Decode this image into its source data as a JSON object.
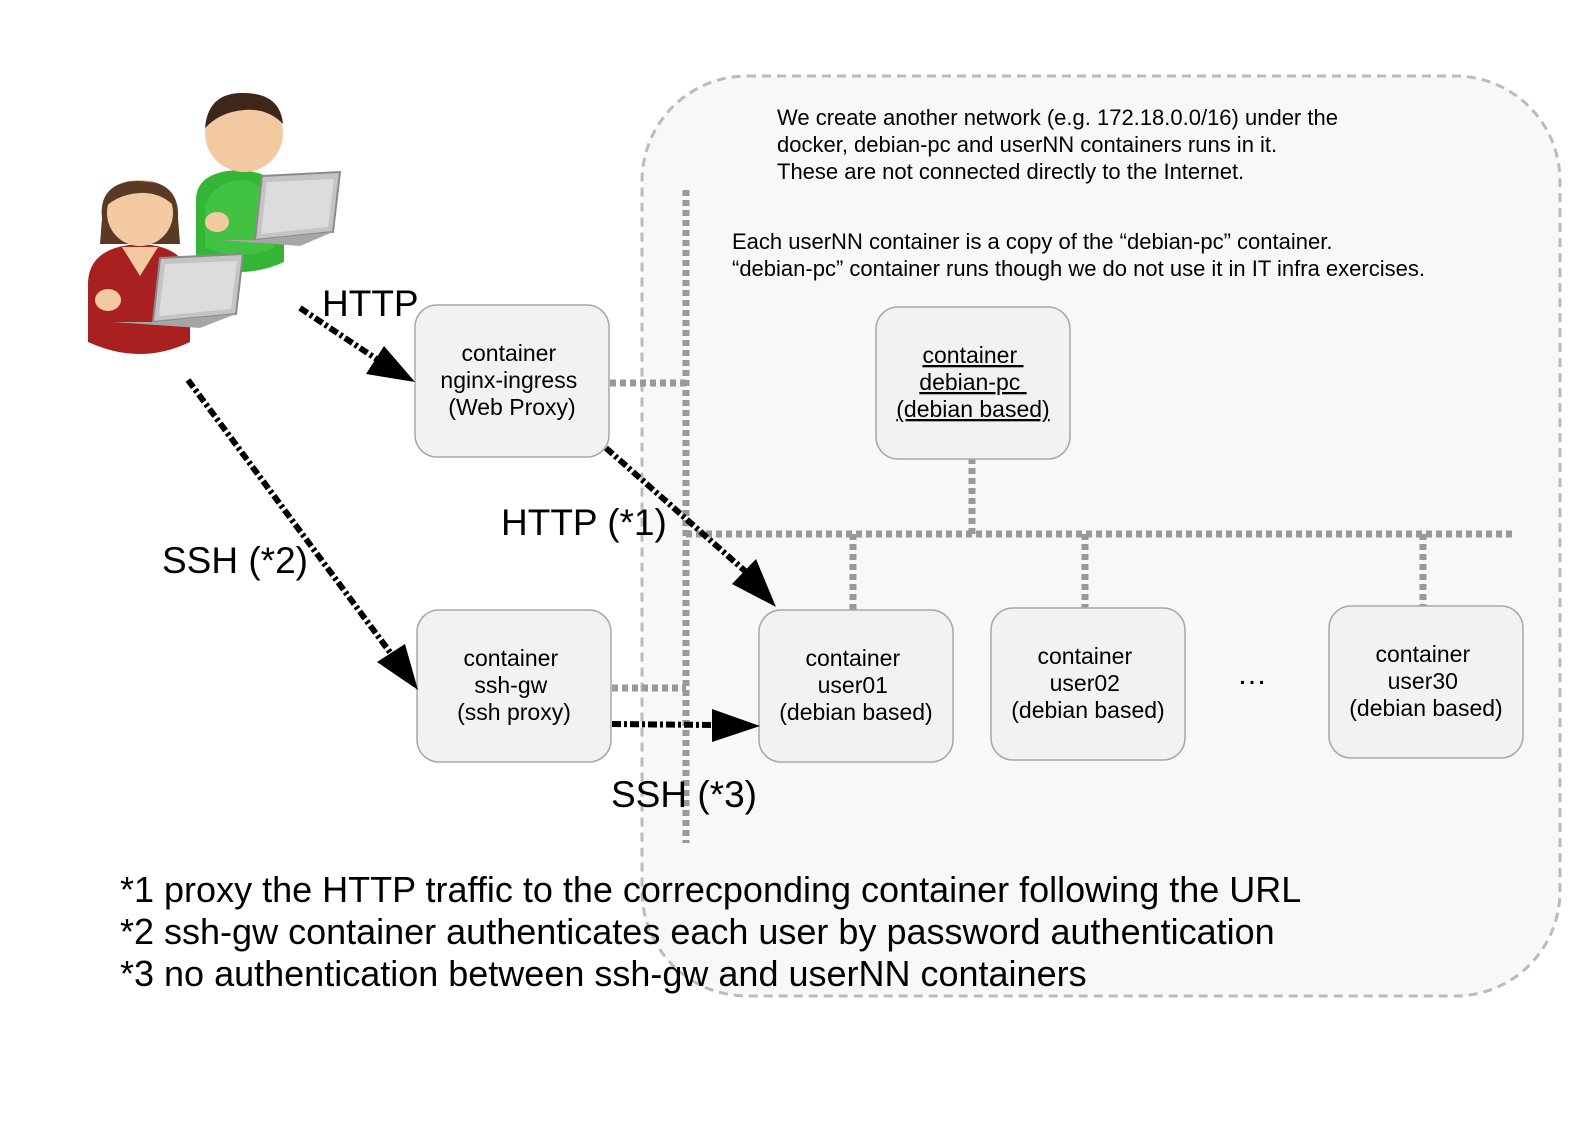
{
  "network_note": {
    "lines": [
      "We create another network (e.g. 172.18.0.0/16) under the",
      "docker, debian-pc and userNN containers runs in it.",
      "These are not connected directly to the Internet."
    ]
  },
  "copy_note": {
    "lines": [
      "Each userNN container is a copy of the “debian-pc” container.",
      "“debian-pc” container runs though we do not use it in IT infra exercises."
    ]
  },
  "containers": {
    "nginx": {
      "lines": [
        "container",
        "nginx-ingress",
        "(Web Proxy)"
      ]
    },
    "sshgw": {
      "lines": [
        "container",
        "ssh-gw",
        "(ssh proxy)"
      ]
    },
    "debianpc": {
      "lines": [
        "container",
        "debian-pc",
        "(debian based)"
      ]
    },
    "user01": {
      "lines": [
        "container",
        "user01",
        "(debian based)"
      ]
    },
    "user02": {
      "lines": [
        "container",
        "user02",
        "(debian based)"
      ]
    },
    "user30": {
      "lines": [
        "container",
        "user30",
        "(debian based)"
      ]
    }
  },
  "ellipsis": "…",
  "flow_labels": {
    "http": "HTTP",
    "http1": "HTTP (*1)",
    "ssh2": "SSH (*2)",
    "ssh3": "SSH (*3)"
  },
  "footnotes": [
    "*1 proxy the HTTP traffic to the correcponding container following the URL",
    "*2 ssh-gw container authenticates each user by password authentication",
    "*3 no authentication between ssh-gw and userNN containers"
  ],
  "icons": {
    "woman_user": "user-woman-laptop-icon",
    "man_user": "user-man-laptop-icon"
  },
  "colors": {
    "box_fill": "#f2f2f2",
    "box_stroke": "#a8a8a8",
    "network_line": "#999999",
    "region_fill": "#f8f8f8",
    "region_stroke": "#bbbbbb"
  }
}
